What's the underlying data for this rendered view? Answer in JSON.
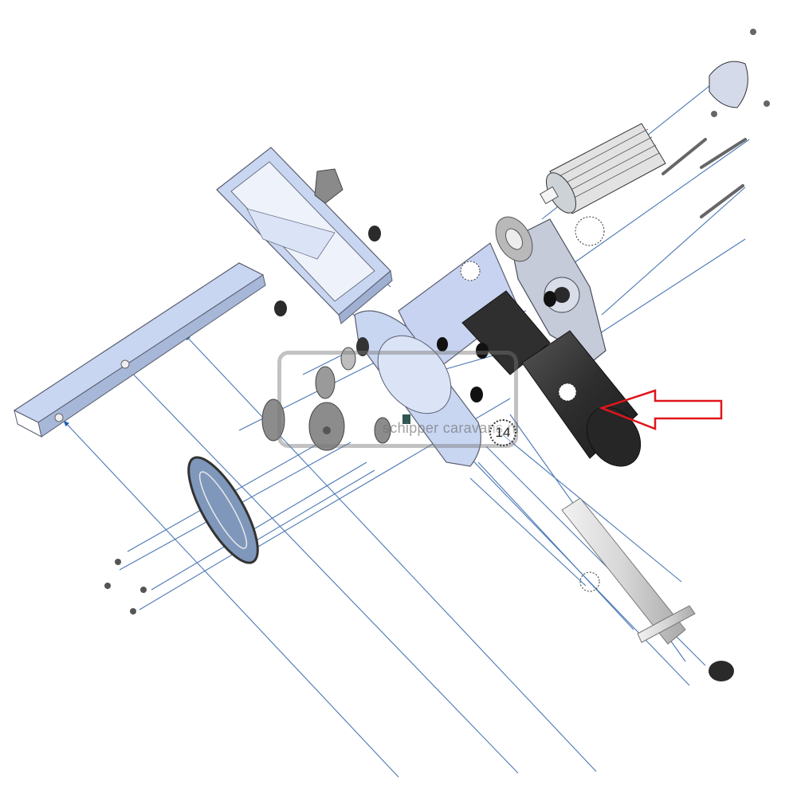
{
  "diagram": {
    "type": "exploded-parts-view",
    "subject": "caravan mover drive unit assembly",
    "background": "#ffffff",
    "colors": {
      "leader_line": "#4a78b5",
      "arrowhead": "#1f5fb0",
      "frame_part": "#c9d6f2",
      "frame_edge": "#5a5f70",
      "motor": "#3a3a3a",
      "highlight_arrow": "#e0161b",
      "watermark": "#8a8a8a"
    },
    "callout": {
      "label": "14"
    },
    "highlight": {
      "shape": "arrow-outline",
      "direction": "left",
      "target": "motor"
    },
    "watermark": {
      "text": "schipper caravans.nl"
    },
    "parts": [
      "long-square-tube-arm",
      "u-channel-bracket",
      "mounting-plate-pad",
      "rubber-bump-stops",
      "drive-cylinder-housing",
      "gearbox-block",
      "electric-motor",
      "side-mounting-plate",
      "roller-bearing-flange",
      "ribbed-drive-roller",
      "end-cap-bracket",
      "long-bolts",
      "sprocket-gears",
      "chain-cover",
      "cover-screws",
      "spindle-shaft",
      "end-knob"
    ]
  }
}
